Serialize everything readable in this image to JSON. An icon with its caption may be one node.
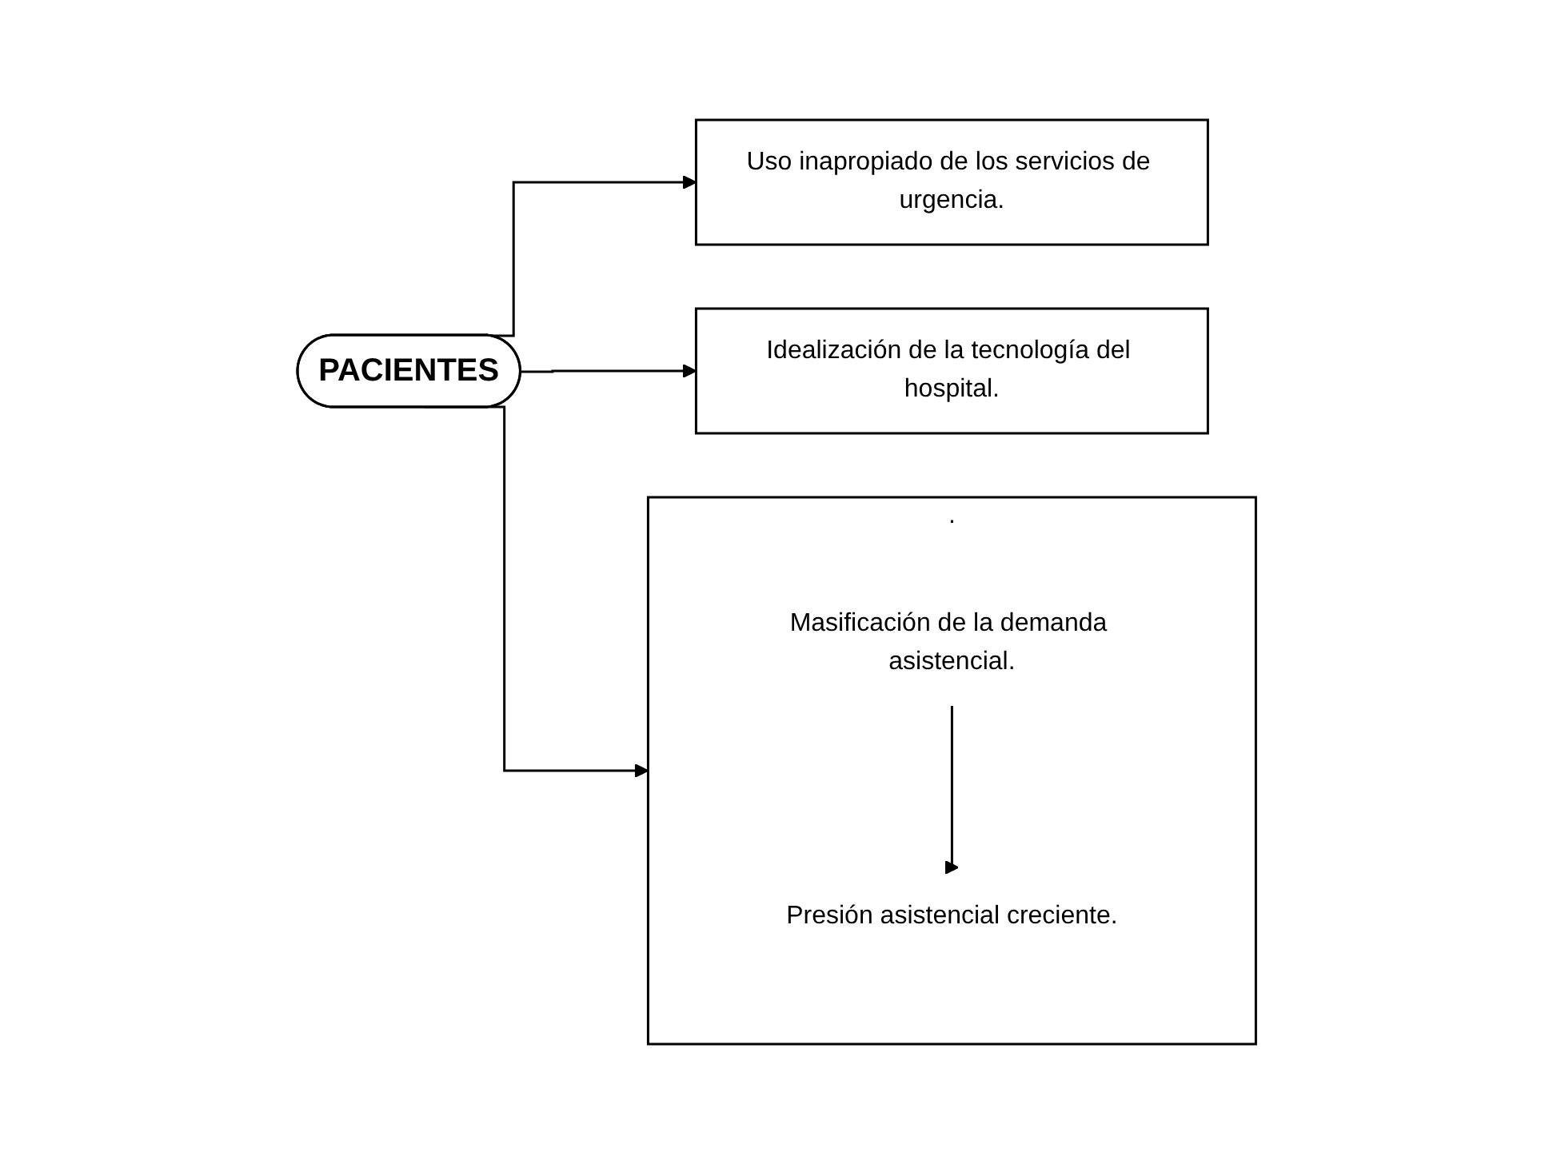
{
  "diagram": {
    "nodes": [
      {
        "text": [
          "PACIENTES"
        ]
      },
      {
        "text": [
          "Uso inapropiado de los servicios de urgencia."
        ]
      },
      {
        "text": [
          "."
        ]
      },
      {
        "text": [
          "Masificación de la demanda asistencial."
        ],
        "in": 2
      },
      {
        "text": [
          "Presión asistencial creciente."
        ],
        "in": 2
      },
      {
        "text": [
          "Idealización de la tecnología del hospital."
        ]
      }
    ],
    "edges": [
      {
        "from": 0,
        "to": 1,
        "arrow": "to"
      },
      {
        "from": 0,
        "to": 2,
        "arrow": "to"
      },
      {
        "from": 0,
        "to": 5,
        "arrow": "to"
      },
      {
        "from": 3,
        "to": 4,
        "arrow": "to"
      }
    ]
  }
}
